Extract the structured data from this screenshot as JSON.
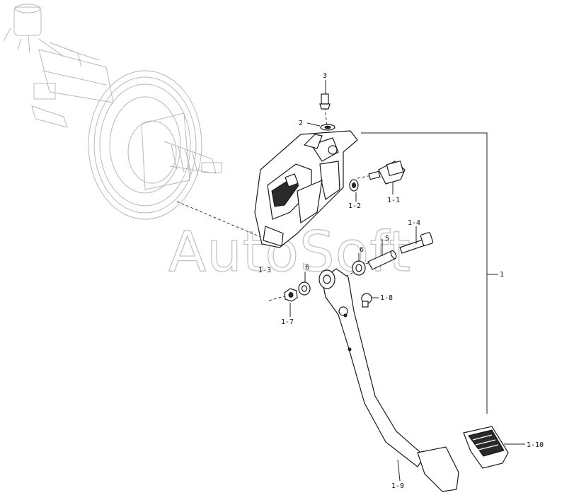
{
  "watermark": "AutoSoft",
  "callouts": {
    "c3": "3",
    "c2": "2",
    "c1_1": "1-1",
    "c1_2": "1-2",
    "c1_4": "1-4",
    "c1_5": "5",
    "c1_6": "6",
    "c1_3": "1-3",
    "c6": "6",
    "c1_7": "1-7",
    "c1_8": "1-8",
    "c1": "1",
    "c1_9": "1-9",
    "c1_10": "1-10"
  },
  "icons": {
    "booster": "brake-booster-master-cylinder-ghost",
    "bracket": "pedal-support-bracket",
    "pedal": "brake-pedal-arm",
    "pad": "pedal-pad"
  }
}
